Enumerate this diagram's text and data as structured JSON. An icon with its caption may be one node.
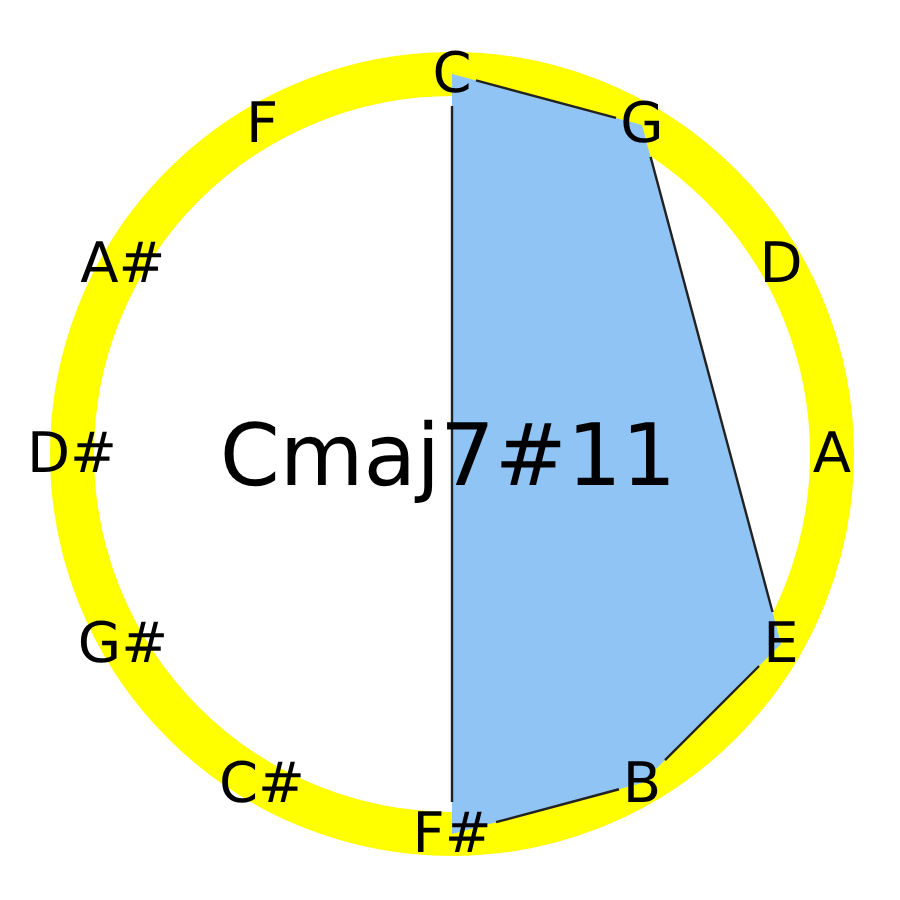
{
  "diagram": {
    "nodes": [
      {
        "text": [
          "C"
        ]
      },
      {
        "text": [
          "G"
        ]
      },
      {
        "text": [
          "D"
        ]
      },
      {
        "text": [
          "A"
        ]
      },
      {
        "text": [
          "E"
        ]
      },
      {
        "text": [
          "B"
        ]
      },
      {
        "text": [
          "F#"
        ]
      },
      {
        "text": [
          "C#"
        ]
      },
      {
        "text": [
          "G#"
        ]
      },
      {
        "text": [
          "D#"
        ]
      },
      {
        "text": [
          "A#"
        ]
      },
      {
        "text": [
          "F"
        ]
      }
    ],
    "edges": [
      {
        "from": 0,
        "to": 1,
        "arrow": "none"
      },
      {
        "from": 1,
        "to": 4,
        "arrow": "none"
      },
      {
        "from": 4,
        "to": 5,
        "arrow": "none"
      },
      {
        "from": 5,
        "to": 6,
        "arrow": "none"
      },
      {
        "from": 6,
        "to": 0,
        "arrow": "none"
      }
    ],
    "labels": [
      "Cmaj7#11"
    ]
  }
}
